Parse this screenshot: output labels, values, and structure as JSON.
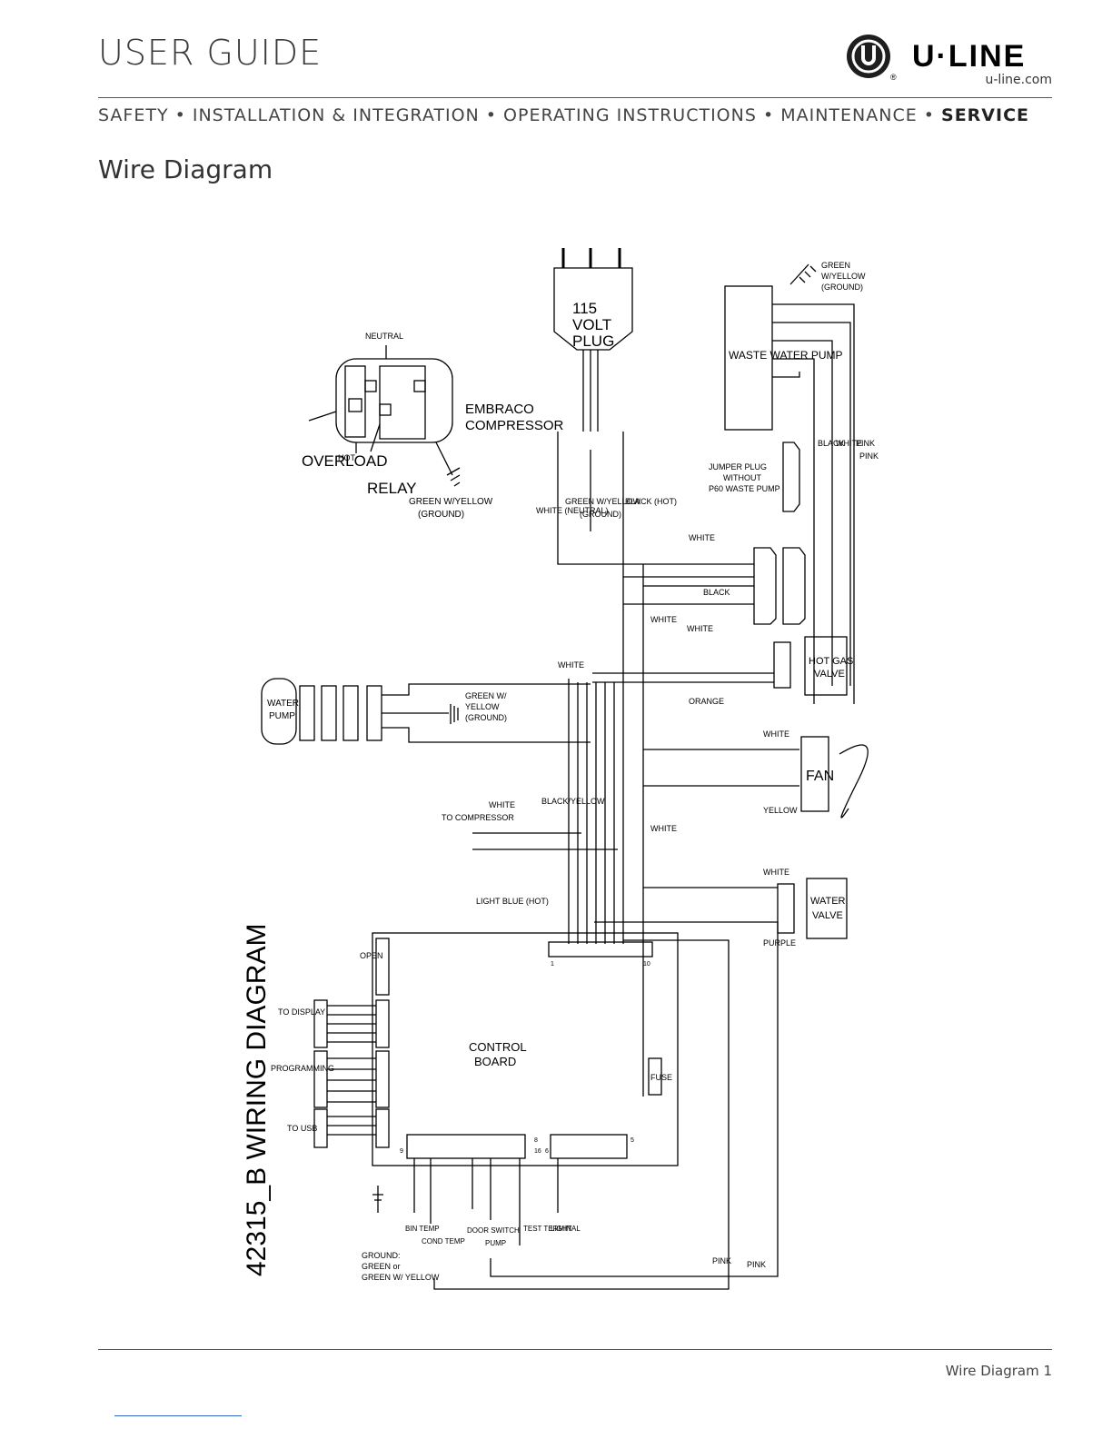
{
  "header": {
    "title": "USER GUIDE",
    "brand": "U·LINE",
    "url": "u-line.com",
    "registered": "®"
  },
  "nav": {
    "items": [
      "SAFETY",
      "INSTALLATION & INTEGRATION",
      "OPERATING INSTRUCTIONS",
      "MAINTENANCE"
    ],
    "active": "SERVICE",
    "sep": " • "
  },
  "section_title": "Wire Diagram",
  "diagram": {
    "title": "42315_B WIRING DIAGRAM",
    "labels": {
      "plug1": "115",
      "plug2": "VOLT",
      "plug3": "PLUG",
      "comp1": "EMBRACO",
      "comp2": "COMPRESSOR",
      "overload": "OVERLOAD",
      "relay": "RELAY",
      "hot": "HOT",
      "neutral": "NEUTRAL",
      "comp_gnd1": "GREEN W/YELLOW",
      "comp_gnd2": "(GROUND)",
      "white_neutral": "WHITE (NEUTRAL)",
      "plug_gnd1": "GREEN W/YELLOW",
      "plug_gnd2": "(GROUND)",
      "black_hot": "BLACK (HOT)",
      "waste_pump": "WASTE WATER PUMP",
      "pump_gnd1": "GREEN",
      "pump_gnd2": "W/YELLOW",
      "pump_gnd3": "(GROUND)",
      "black": "BLACK",
      "white": "WHITE",
      "pink": "PINK",
      "jumper1": "JUMPER PLUG",
      "jumper2": "WITHOUT",
      "jumper3": "P60 WASTE PUMP",
      "hotgas1": "HOT GAS",
      "hotgas2": "VALVE",
      "fan": "FAN",
      "watervalve1": "WATER",
      "watervalve2": "VALVE",
      "waterpump1": "WATER",
      "waterpump2": "PUMP",
      "wp_gnd1": "GREEN W/",
      "wp_gnd2": "YELLOW",
      "wp_gnd3": "(GROUND)",
      "orange": "ORANGE",
      "yellow": "YELLOW",
      "purple": "PURPLE",
      "black_yellow": "BLACK/YELLOW",
      "to_compressor": "TO COMPRESSOR",
      "light_blue": "LIGHT BLUE (HOT)",
      "control1": "CONTROL",
      "control2": "BOARD",
      "fuse": "FUSE",
      "open": "OPEN",
      "to_display": "TO DISPLAY",
      "programming": "PROGRAMMING",
      "to_usb": "TO USB",
      "ground1": "GROUND:",
      "ground2": "GREEN or",
      "ground3": "GREEN W/ YELLOW",
      "bin_temp": "BIN TEMP",
      "cond_temp": "COND TEMP",
      "door_switch": "DOOR SWITCH",
      "pump": "PUMP",
      "test_terminal": "TEST TERMINAL",
      "light": "LIGHT",
      "n1": "1",
      "n10": "10",
      "n9": "9",
      "n16": "16",
      "n8": "8",
      "n6": "6",
      "n5": "5"
    }
  },
  "footer": {
    "page_label": "Wire Diagram 1"
  }
}
